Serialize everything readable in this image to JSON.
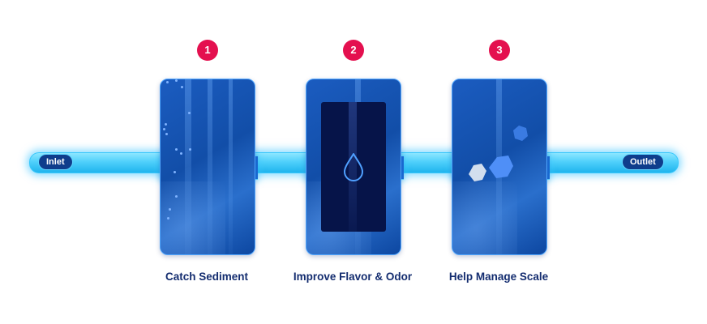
{
  "pipe": {
    "inlet_label": "Inlet",
    "outlet_label": "Outlet"
  },
  "stages": [
    {
      "number": "1",
      "label": "Catch Sediment",
      "icon": "sediment-particles-icon"
    },
    {
      "number": "2",
      "label": "Improve Flavor & Odor",
      "icon": "water-drop-icon"
    },
    {
      "number": "3",
      "label": "Help Manage Scale",
      "icon": "hexagon-crystals-icon"
    }
  ],
  "colors": {
    "badge": "#e4104f",
    "caption": "#132c6f",
    "pipe": "#4fd0fb",
    "filter_card": "#124ea8",
    "carbon_core": "#061449"
  }
}
